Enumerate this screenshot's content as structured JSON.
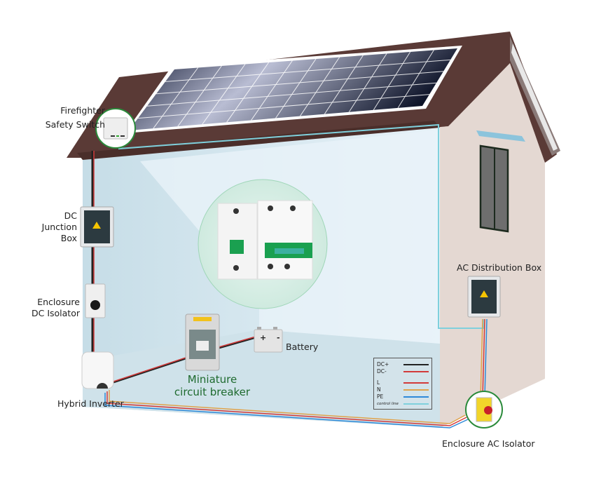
{
  "title": "Hybrid solar PV system wiring diagram",
  "components": {
    "firefighter_switch": {
      "label_line1": "Firefighter",
      "label_line2": "Safety Switch"
    },
    "dc_junction_box": {
      "label_line1": "DC",
      "label_line2": "Junction",
      "label_line3": "Box"
    },
    "dc_isolator": {
      "label_line1": "Enclosure",
      "label_line2": "DC Isolator"
    },
    "hybrid_inverter": {
      "label": "Hybrid Inverter"
    },
    "mcb": {
      "label_line1": "Miniature",
      "label_line2": "circuit breaker"
    },
    "battery": {
      "label": "Battery",
      "plus": "+",
      "minus": "-"
    },
    "ac_distribution_box": {
      "label": "AC Distribution Box"
    },
    "ac_isolator": {
      "label": "Enclosure AC Isolator"
    }
  },
  "legend": {
    "items": [
      {
        "label": "DC+",
        "color": "#222222"
      },
      {
        "label": "DC-",
        "color": "#d23a3a"
      },
      {
        "label": "L",
        "color": "#d23a3a"
      },
      {
        "label": "N",
        "color": "#e0a24a"
      },
      {
        "label": "PE",
        "color": "#2f8ad8"
      },
      {
        "label": "control line",
        "color": "#7fd0dc"
      }
    ]
  },
  "colors": {
    "roof": "#5a3a36",
    "wall_interior": "#cfe3ec",
    "wall_side": "#e4d8d2",
    "highlight_ring": "#2a8a3a",
    "mcb_text": "#1e6a2e"
  }
}
